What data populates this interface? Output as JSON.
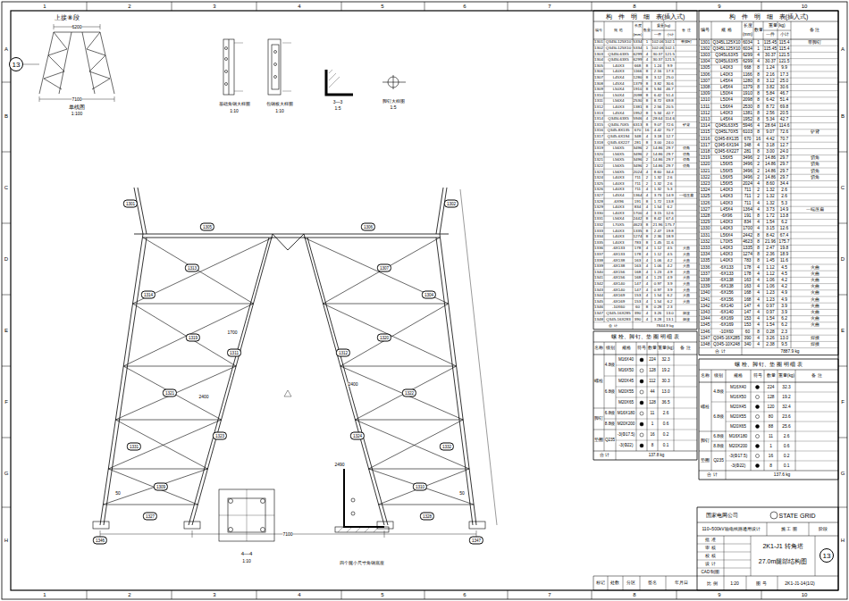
{
  "diagram": {
    "nodes": [
      {
        "text": [
          "13"
        ]
      },
      {
        "text": [
          "1301"
        ]
      },
      {
        "text": [
          "1302"
        ]
      },
      {
        "text": [
          "1305"
        ]
      },
      {
        "text": [
          "1306"
        ]
      },
      {
        "text": [
          "1313"
        ]
      },
      {
        "text": [
          "1307"
        ]
      },
      {
        "text": [
          "1314"
        ]
      },
      {
        "text": [
          "1304"
        ]
      },
      {
        "text": [
          "1319"
        ]
      },
      {
        "text": [
          "1320"
        ]
      },
      {
        "text": [
          "1311"
        ]
      },
      {
        "text": [
          "1312"
        ]
      },
      {
        "text": [
          "1321"
        ]
      },
      {
        "text": [
          "1322"
        ]
      },
      {
        "text": [
          "1323"
        ]
      },
      {
        "text": [
          "1324"
        ]
      },
      {
        "text": [
          "1331"
        ]
      },
      {
        "text": [
          "1332"
        ]
      },
      {
        "text": [
          "1309"
        ]
      },
      {
        "text": [
          "1310"
        ]
      },
      {
        "text": [
          "1327"
        ]
      },
      {
        "text": [
          "1328"
        ]
      },
      {
        "text": [
          "1346"
        ]
      },
      {
        "text": [
          "1347"
        ]
      },
      {
        "text": [
          "13"
        ]
      }
    ],
    "labels": [
      "1",
      "2",
      "3",
      "4",
      "5",
      "6",
      "7",
      "8",
      "9",
      "10",
      "1",
      "2",
      "3",
      "4",
      "5",
      "6",
      "7",
      "8",
      "9",
      "10",
      "A",
      "B",
      "C",
      "D",
      "E",
      "F",
      "G",
      "H",
      "A",
      "B",
      "C",
      "D",
      "E",
      "F",
      "G",
      "H",
      "上接⑧段",
      "6200",
      "7100",
      "单线图",
      "1:100",
      "基础角钢大样图",
      "1:10",
      "包钢板大样图",
      "1:10",
      "3—3",
      "1:5",
      "脚钉大样图",
      "1:5",
      "2400",
      "2400",
      "1700",
      "7100",
      "50",
      "50",
      "4—4",
      "1:10",
      "四个腿小尺寸角钢底座",
      "2490",
      "构　件　明　细　表(插入式)",
      "编号",
      "规  格",
      "长度",
      "(mm)",
      "数量",
      "重量(kg)",
      "一件",
      "小计",
      "备  注",
      "1301",
      "Q345L125X10",
      "5334",
      "1",
      "102.06",
      "102.1",
      "1302",
      "Q345L125X10",
      "5334",
      "1",
      "102.06",
      "102.1",
      "1303",
      "Q345L63X5",
      "6299",
      "4",
      "30.37",
      "121.5",
      "1304",
      "Q345L63X5",
      "6299",
      "4",
      "30.37",
      "121.5",
      "1305",
      "L40X3",
      "668",
      "8",
      "1.24",
      "9.9",
      "1306",
      "L40X3",
      "1166",
      "8",
      "2.16",
      "17.3",
      "1307",
      "L45X4",
      "1280",
      "8",
      "3.12",
      "25.0",
      "1308",
      "L45X4",
      "1379",
      "8",
      "3.82",
      "30.6",
      "1309",
      "L50X4",
      "1910",
      "8",
      "5.84",
      "46.7",
      "1310",
      "L50X4",
      "2098",
      "8",
      "6.42",
      "51.4",
      "1311",
      "L56X4",
      "2530",
      "8",
      "8.72",
      "69.8",
      "1312",
      "L40X3",
      "1381",
      "8",
      "2.56",
      "20.5",
      "1313",
      "L45X4",
      "1952",
      "8",
      "5.34",
      "42.7",
      "1314",
      "Q345L63X5",
      "5946",
      "4",
      "28.64",
      "114.6",
      "1315",
      "Q345L70X5",
      "6313",
      "8",
      "9.07",
      "72.6",
      "1316",
      "Q345-8X135",
      "670",
      "16",
      "4.42",
      "70.7",
      "1317",
      "Q345-6X194",
      "348",
      "4",
      "3.18",
      "12.7",
      "1318",
      "Q345-6X227",
      "281",
      "8",
      "3.00",
      "24.0",
      "1319",
      "L56X5",
      "3496",
      "2",
      "14.86",
      "29.7",
      "1320",
      "L56X5",
      "3496",
      "2",
      "14.86",
      "29.7",
      "1321",
      "L56X5",
      "3496",
      "2",
      "14.86",
      "29.7",
      "1322",
      "L56X5",
      "3496",
      "2",
      "14.86",
      "29.7",
      "1323",
      "L56X5",
      "2024",
      "4",
      "8.60",
      "34.4",
      "1324",
      "L40X3",
      "711",
      "2",
      "1.32",
      "2.6",
      "1325",
      "L40X3",
      "711",
      "2",
      "1.32",
      "2.6",
      "1326",
      "L40X3",
      "711",
      "4",
      "1.32",
      "5.3",
      "1327",
      "L45X4",
      "1364",
      "4",
      "3.73",
      "14.9",
      "1328",
      "-6X96",
      "191",
      "8",
      "1.72",
      "13.8",
      "1329",
      "L40X3",
      "834",
      "4",
      "1.54",
      "6.2",
      "1330",
      "L40X3",
      "1700",
      "4",
      "3.15",
      "12.6",
      "1331",
      "L56X4",
      "2442",
      "8",
      "8.42",
      "67.4",
      "1332",
      "L70X5",
      "4623",
      "8",
      "21.96",
      "175.7",
      "1333",
      "L40X3",
      "1335",
      "8",
      "2.47",
      "19.8",
      "1334",
      "L40X3",
      "1274",
      "8",
      "2.36",
      "18.9",
      "1335",
      "L40X3",
      "783",
      "8",
      "1.45",
      "11.6",
      "1336",
      "-6X133",
      "178",
      "4",
      "1.12",
      "4.5",
      "1337",
      "-6X133",
      "178",
      "4",
      "1.12",
      "4.5",
      "1338",
      "-6X138",
      "163",
      "4",
      "1.06",
      "4.2",
      "1339",
      "-6X138",
      "163",
      "4",
      "1.06",
      "4.2",
      "1340",
      "-6X156",
      "168",
      "4",
      "1.23",
      "4.9",
      "1341",
      "-6X156",
      "168",
      "4",
      "1.23",
      "4.9",
      "1342",
      "-6X140",
      "147",
      "4",
      "0.97",
      "3.9",
      "1343",
      "-6X140",
      "147",
      "4",
      "0.97",
      "3.9",
      "1344",
      "-6X169",
      "153",
      "4",
      "1.54",
      "6.2",
      "1345",
      "-6X169",
      "153",
      "4",
      "1.54",
      "6.2",
      "1346",
      "-10X60",
      "60",
      "8",
      "0.28",
      "2.3",
      "1347",
      "Q345-16X285",
      "390",
      "4",
      "3.26",
      "13.0",
      "1348",
      "Q345-16X283",
      "390",
      "4",
      "3.28",
      "13.1",
      "带脚钉",
      "铲背",
      "切角",
      "切角",
      "切角",
      "切角",
      "一端压扁",
      "火曲",
      "火曲",
      "火曲",
      "火曲",
      "火曲",
      "火曲",
      "火曲",
      "火曲",
      "火曲",
      "火曲",
      "焊接",
      "焊接",
      "合  计",
      "7844.9 kg",
      "构　件　明　细　表(插入式)",
      "编号",
      "规  格",
      "长度",
      "(mm)",
      "数量",
      "重量(kg)",
      "一件",
      "小计",
      "备  注",
      "1301",
      "Q345L125X10",
      "6034",
      "1",
      "115.45",
      "115.4",
      "1302",
      "Q345L125X10",
      "6034",
      "1",
      "115.45",
      "115.4",
      "1303",
      "Q345L63X5",
      "6299",
      "4",
      "30.37",
      "121.5",
      "1304",
      "Q345L63X5",
      "6299",
      "4",
      "30.37",
      "121.5",
      "1305",
      "L40X3",
      "668",
      "8",
      "1.24",
      "9.9",
      "1306",
      "L40X3",
      "1166",
      "8",
      "2.16",
      "17.3",
      "1307",
      "L45X4",
      "1280",
      "8",
      "3.12",
      "25.0",
      "1308",
      "L45X4",
      "1379",
      "8",
      "3.82",
      "30.6",
      "1309",
      "L50X4",
      "1910",
      "8",
      "5.84",
      "46.7",
      "1310",
      "L50X4",
      "2098",
      "8",
      "6.42",
      "51.4",
      "1311",
      "L56X4",
      "2530",
      "8",
      "8.72",
      "69.8",
      "1312",
      "L40X3",
      "1381",
      "8",
      "2.56",
      "20.5",
      "1313",
      "L45X4",
      "1952",
      "8",
      "5.34",
      "42.7",
      "1314",
      "Q345L63X5",
      "5946",
      "4",
      "28.64",
      "114.6",
      "1315",
      "Q345L70X5",
      "6103",
      "8",
      "9.07",
      "72.6",
      "1316",
      "Q345-8X135",
      "670",
      "16",
      "4.42",
      "70.7",
      "1317",
      "Q345-6X194",
      "348",
      "4",
      "3.18",
      "12.7",
      "1318",
      "Q345-6X227",
      "281",
      "8",
      "3.00",
      "24.0",
      "1319",
      "L56X5",
      "3496",
      "2",
      "14.86",
      "29.7",
      "1320",
      "L56X5",
      "3496",
      "2",
      "14.86",
      "29.7",
      "1321",
      "L56X5",
      "3496",
      "2",
      "14.86",
      "29.7",
      "1322",
      "L56X5",
      "3496",
      "2",
      "14.86",
      "29.7",
      "1323",
      "L56X5",
      "2024",
      "4",
      "8.60",
      "34.4",
      "1324",
      "L40X3",
      "711",
      "2",
      "1.32",
      "2.6",
      "1325",
      "L40X3",
      "711",
      "2",
      "1.32",
      "2.6",
      "1326",
      "L40X3",
      "711",
      "4",
      "1.32",
      "5.3",
      "1327",
      "L45X4",
      "1364",
      "4",
      "3.73",
      "14.9",
      "1328",
      "-6X96",
      "191",
      "8",
      "1.72",
      "13.8",
      "1329",
      "L40X3",
      "834",
      "4",
      "1.54",
      "6.2",
      "1330",
      "L40X3",
      "1700",
      "4",
      "3.15",
      "12.6",
      "1331",
      "L56X4",
      "2442",
      "8",
      "8.42",
      "67.4",
      "1332",
      "L70X5",
      "4623",
      "8",
      "21.96",
      "175.7",
      "1333",
      "L40X3",
      "1335",
      "8",
      "2.47",
      "19.8",
      "1334",
      "L40X3",
      "1274",
      "8",
      "2.36",
      "18.9",
      "1335",
      "L40X3",
      "783",
      "8",
      "1.45",
      "11.6",
      "1336",
      "-6X133",
      "178",
      "4",
      "1.12",
      "4.5",
      "1337",
      "-6X133",
      "178",
      "4",
      "1.12",
      "4.5",
      "1338",
      "-6X138",
      "163",
      "4",
      "1.06",
      "4.2",
      "1339",
      "-6X138",
      "163",
      "4",
      "1.06",
      "4.2",
      "1340",
      "-6X156",
      "168",
      "4",
      "1.23",
      "4.9",
      "1341",
      "-6X156",
      "168",
      "4",
      "1.23",
      "4.9",
      "1342",
      "-6X140",
      "147",
      "4",
      "0.97",
      "3.9",
      "1343",
      "-6X140",
      "147",
      "4",
      "0.97",
      "3.9",
      "1344",
      "-6X169",
      "153",
      "4",
      "1.54",
      "6.2",
      "1345",
      "-6X169",
      "153",
      "4",
      "1.54",
      "6.2",
      "1346",
      "-10X60",
      "60",
      "8",
      "0.28",
      "2.3",
      "1347",
      "Q345-16X285",
      "390",
      "4",
      "3.26",
      "13.0",
      "1348",
      "Q345-10X248",
      "340",
      "4",
      "2.38",
      "9.5",
      "带脚钉",
      "铲背",
      "切角",
      "切角",
      "切角",
      "切角",
      "一端压扁",
      "火曲",
      "火曲",
      "火曲",
      "火曲",
      "火曲",
      "火曲",
      "火曲",
      "火曲",
      "火曲",
      "火曲",
      "焊接",
      "焊接",
      "合  计",
      "7887.9 kg",
      "螺 栓、脚 钉、垫 圈 明 细 表",
      "名称",
      "级别",
      "规格",
      "符号",
      "数量",
      "重量(kg)",
      "备  注",
      "螺栓",
      "脚钉",
      "垫圈",
      "4.8级",
      "6.8级",
      "6.8级",
      "8.8级",
      "Q235",
      "M16X40",
      "224",
      "32.3",
      "M16X50",
      "128",
      "19.2",
      "M20X45",
      "112",
      "30.3",
      "M20X55",
      "44",
      "13.0",
      "M20X65",
      "128",
      "36.5",
      "M16X180",
      "11",
      "2.6",
      "M20X200",
      "1",
      "0.6",
      "-3(Φ17.5)",
      "16",
      "0.2",
      "-3(Φ22)",
      "8",
      "0.1",
      "合  计",
      "137.8 kg",
      "螺 栓、脚 钉、垫 圈 明 细 表",
      "名称",
      "级别",
      "规格",
      "符号",
      "数量",
      "重量(kg)",
      "备  注",
      "螺栓",
      "脚钉",
      "垫圈",
      "4.8级",
      "6.8级",
      "6.8级",
      "8.8级",
      "Q235",
      "M16X40",
      "224",
      "32.3",
      "M16X50",
      "128",
      "19.2",
      "M20X45",
      "120",
      "32.4",
      "M20X55",
      "80",
      "23.6",
      "M20X65",
      "88",
      "25.6",
      "M16X180",
      "11",
      "2.6",
      "M20X200",
      "1",
      "0.6",
      "-3(Φ17.5)",
      "16",
      "0.2",
      "-3(Φ22)",
      "8",
      "0.1",
      "合  计",
      "137.6 kg",
      "国家电网公司",
      "STATE GRID",
      "110~500kV输电线路通用设计",
      "施 工 图",
      "阶段",
      "批 准",
      "审 核",
      "校 核",
      "设 计",
      "CAD 制图",
      "2K1-J1 转角塔",
      "27.0m腿部结构图",
      "比 例",
      "1:20",
      "图 号",
      "2K1-J1-14(1/2)",
      "标记",
      "处数",
      "分区",
      "签名",
      "年月日"
    ]
  }
}
